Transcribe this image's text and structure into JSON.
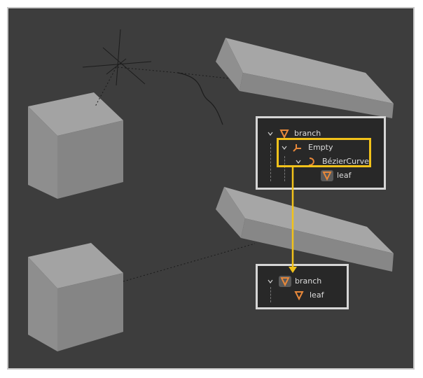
{
  "top_outliner": {
    "rows": [
      {
        "label": "branch",
        "icon": "mesh-icon"
      },
      {
        "label": "Empty",
        "icon": "empty-icon"
      },
      {
        "label": "BézierCurve",
        "icon": "curve-icon"
      },
      {
        "label": "leaf",
        "icon": "mesh-icon"
      }
    ]
  },
  "bottom_outliner": {
    "rows": [
      {
        "label": "branch",
        "icon": "mesh-icon"
      },
      {
        "label": "leaf",
        "icon": "mesh-icon"
      }
    ]
  },
  "colors": {
    "accent_orange": "#e8883a",
    "highlight_yellow": "#f2c21a",
    "viewport_bg": "#3d3d3d",
    "outliner_bg": "#282828"
  }
}
